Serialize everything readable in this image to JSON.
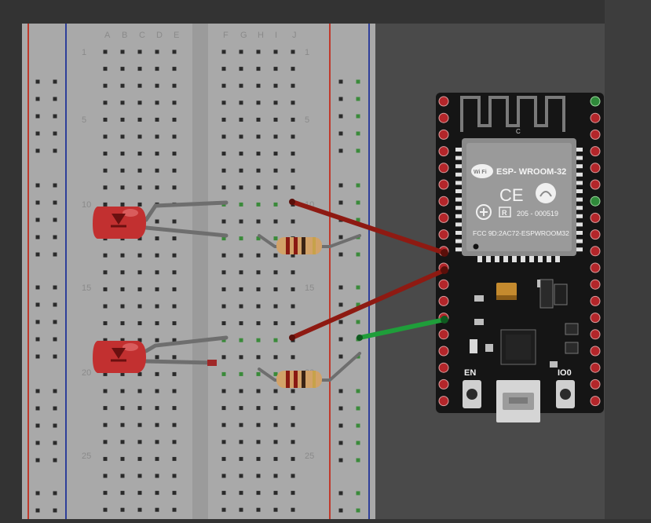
{
  "breadboard": {
    "columns_left": [
      "A",
      "B",
      "C",
      "D",
      "E"
    ],
    "columns_right": [
      "F",
      "G",
      "H",
      "I",
      "J"
    ],
    "row_numbers": [
      "1",
      "5",
      "10",
      "15",
      "20",
      "25"
    ]
  },
  "esp32": {
    "module_name": "ESP- WROOM-32",
    "wifi_label": "Wi Fi",
    "ce_mark": "CE",
    "r_mark": "R",
    "cert_number": "205 - 000519",
    "fcc_id": "FCC 9D:2AC72-ESPWROOM32",
    "antenna_label": "C",
    "button_en": "EN",
    "button_io0": "IO0"
  },
  "colors": {
    "breadboard": "#a9a9a9",
    "rail_red": "#c0392b",
    "rail_blue": "#2e3f9a",
    "wire_red": "#8e1a12",
    "wire_green": "#1f9e3a",
    "lead_grey": "#6e6e6e",
    "led_red": "#c23030",
    "board_dark": "#151515"
  }
}
